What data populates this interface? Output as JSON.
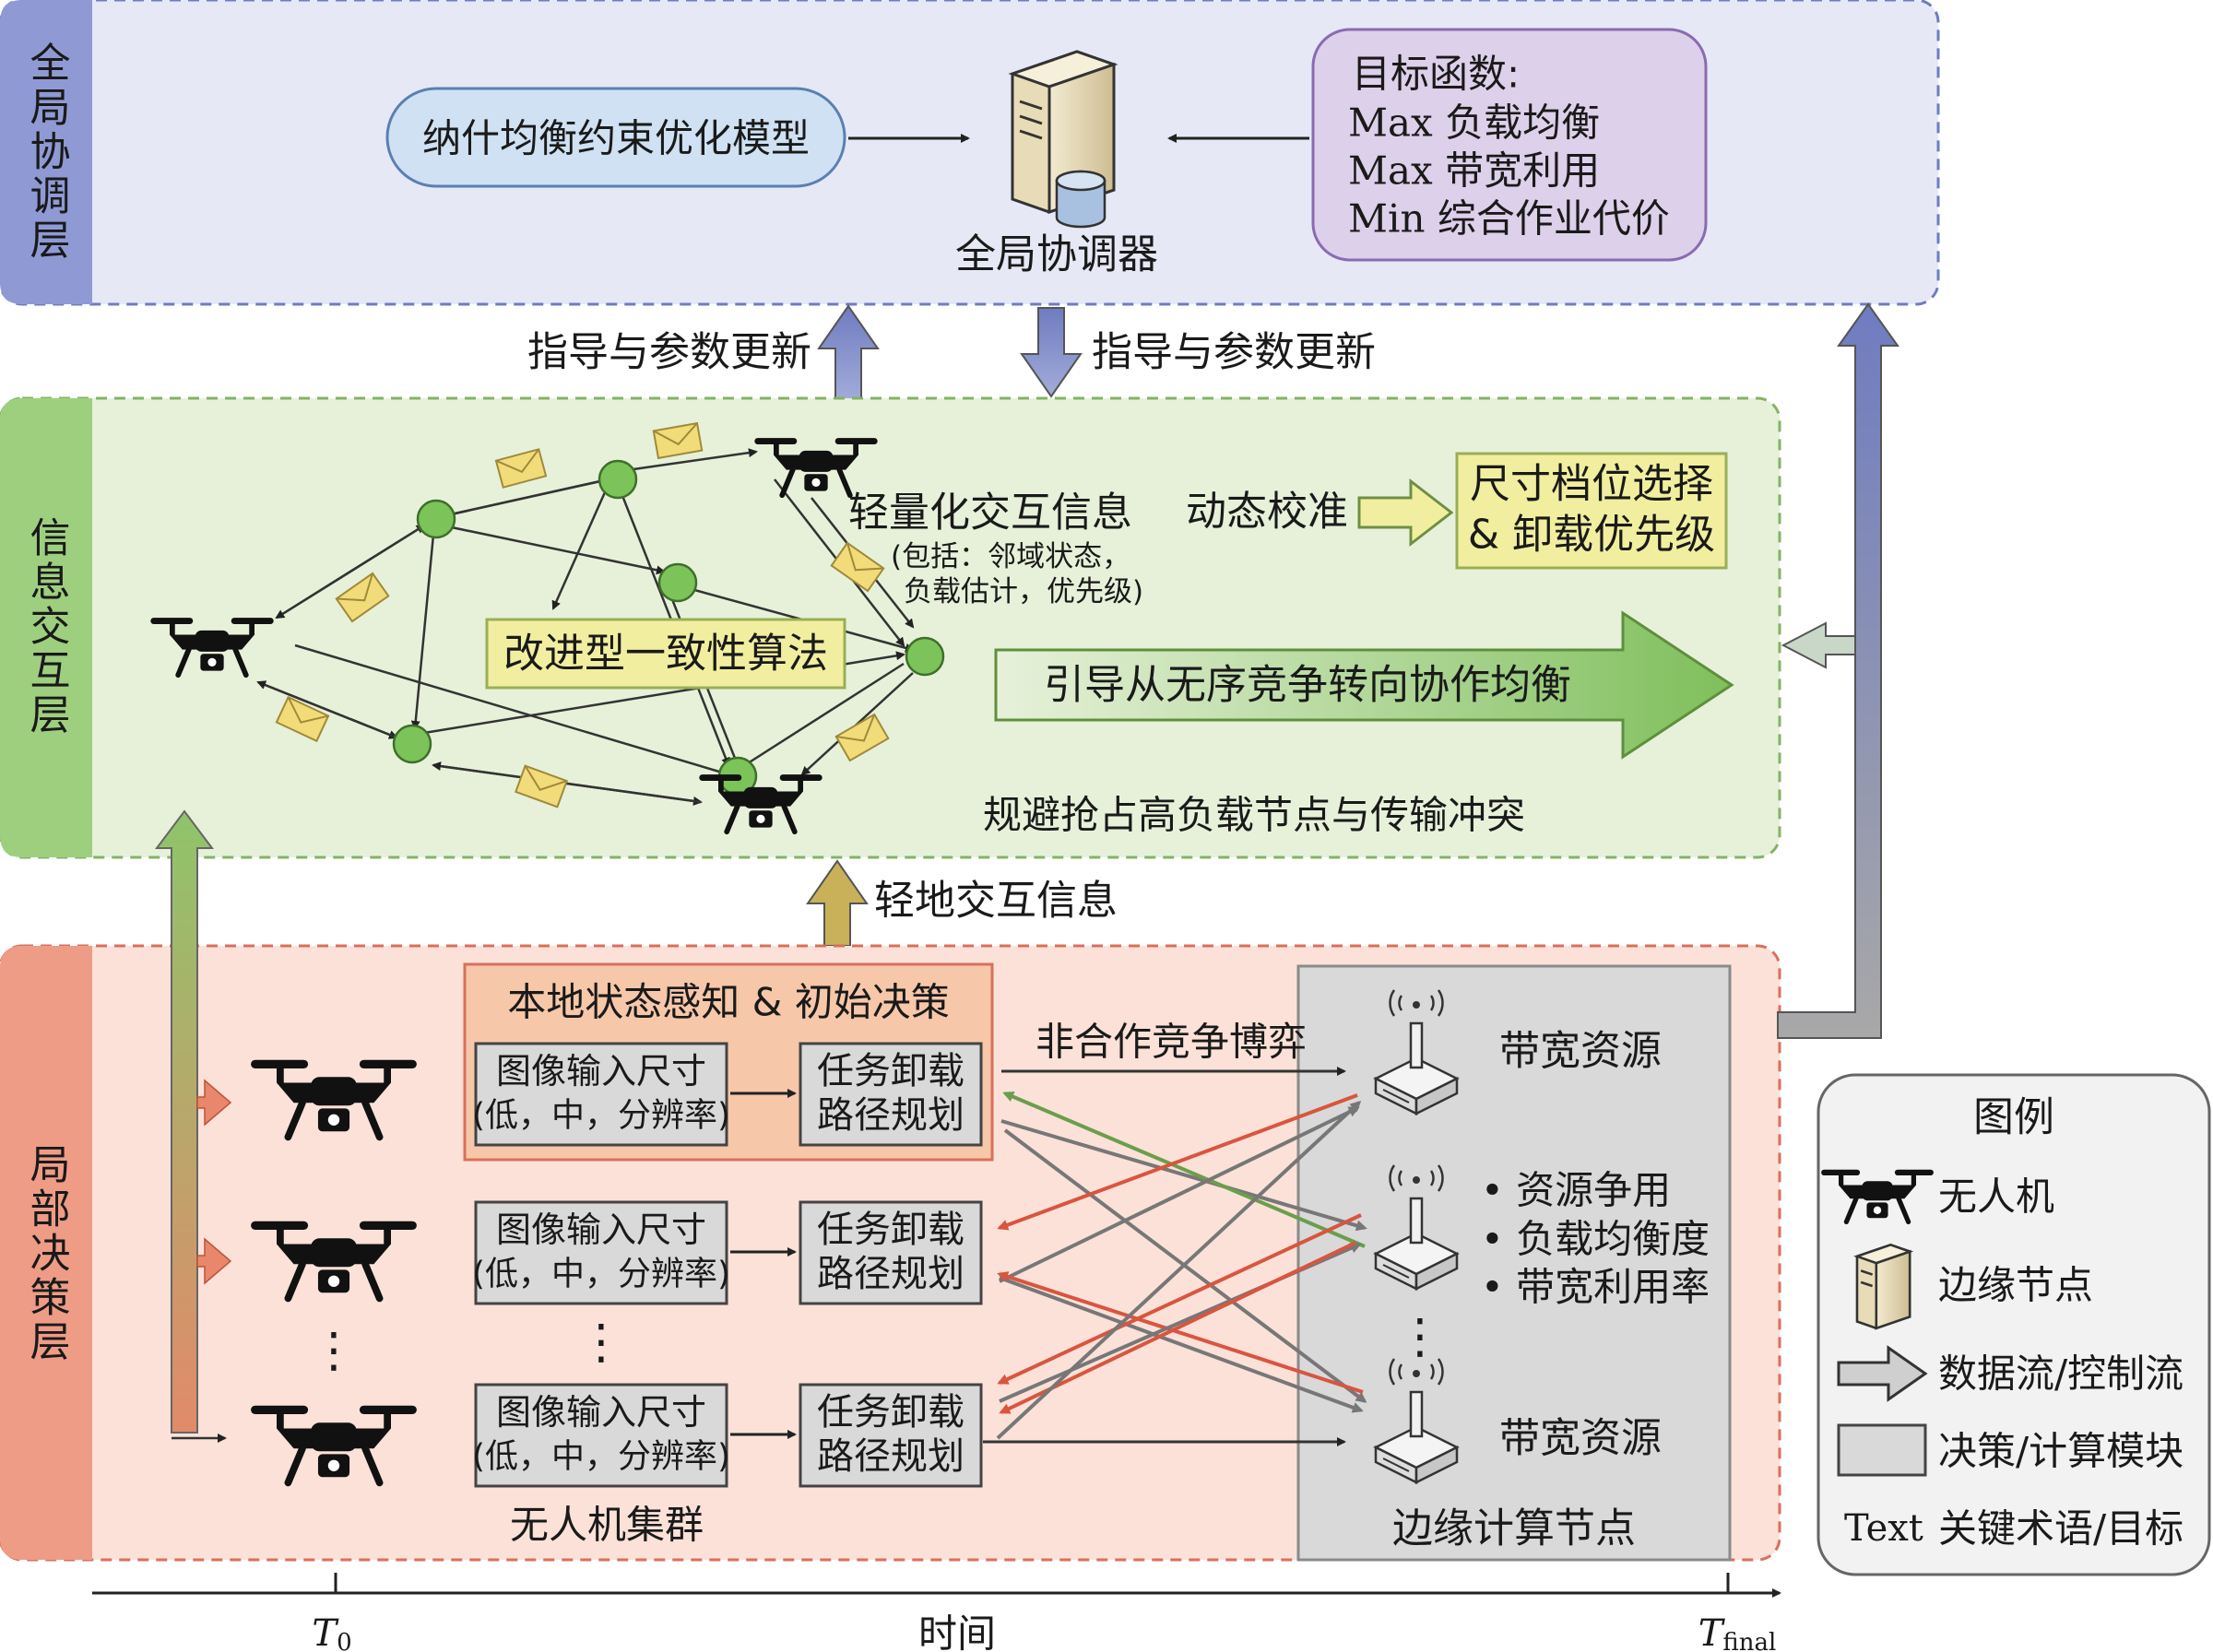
{
  "colors": {
    "global_layer_fill": "#e6e8f6",
    "global_layer_stroke": "#6f7cc0",
    "global_band": "#8f9ad4",
    "info_layer_fill": "#e7f1da",
    "info_layer_stroke": "#84b365",
    "info_band": "#9ecf7f",
    "local_layer_fill": "#fbe1d8",
    "local_layer_stroke": "#d9705a",
    "local_band": "#ee9c86",
    "edge_panel_fill": "#d9d9d9",
    "node_green": "#7cc35a",
    "envelope": "#f2dc7a",
    "highlight_yellow": "#f1ef9f",
    "model_pill": "#cfe1f3",
    "objective_box": "#ddd0ea",
    "initial_decision_box": "#f7c7a9"
  },
  "layers": {
    "global": "全局协调层",
    "info": "信息交互层",
    "local": "局部决策层"
  },
  "global": {
    "model_pill": "纳什均衡约束优化模型",
    "coordinator_label": "全局协调器",
    "objective_title": "目标函数:",
    "objective_lines": [
      "Max 负载均衡",
      "Max 带宽利用",
      "Min 综合作业代价"
    ]
  },
  "flows": {
    "guide_up": "指导与参数更新",
    "guide_down": "指导与参数更新",
    "light_interaction": "轻地交互信息"
  },
  "info": {
    "lightweight_title": "轻量化交互信息",
    "lightweight_detail_1": "(包括：邻域状态，",
    "lightweight_detail_2": "负载估计，优先级)",
    "dynamic_calibration": "动态校准",
    "selection_line_1": "尺寸档位选择",
    "selection_line_2": "& 卸载优先级",
    "algorithm": "改进型一致性算法",
    "guide_banner": "引导从无序竞争转向协作均衡",
    "avoid_text": "规避抢占高负载节点与传输冲突"
  },
  "local": {
    "initial_decision_title": "本地状态感知 & 初始决策",
    "input_line_1": "图像输入尺寸",
    "input_line_2": "(低，中，分辨率)",
    "offload_line_1": "任务卸载",
    "offload_line_2": "路径规划",
    "noncoop_game": "非合作竞争博弈",
    "uav_cluster": "无人机集群",
    "vdots": "⋮"
  },
  "edge": {
    "bandwidth_top": "带宽资源",
    "bandwidth_bottom": "带宽资源",
    "metrics": [
      "• 资源争用",
      "• 负载均衡度",
      "• 带宽利用率"
    ],
    "panel_label": "边缘计算节点"
  },
  "time_axis": {
    "label": "时间",
    "start": "T",
    "start_sub": "0",
    "end": "T",
    "end_sub": "final"
  },
  "legend": {
    "title": "图例",
    "items": [
      "无人机",
      "边缘节点",
      "数据流/控制流",
      "决策/计算模块",
      "关键术语/目标"
    ],
    "text_sample": "Text"
  }
}
